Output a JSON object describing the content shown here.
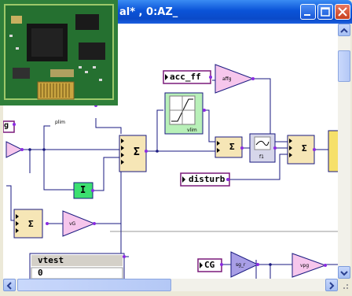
{
  "window": {
    "title": "al* , 0:AZ_"
  },
  "canvas": {
    "blocks": {
      "acc_ff": "acc_ff",
      "affg": "affg",
      "vlim": "vlim",
      "plim": "plim",
      "f1": "f1",
      "disturb": "disturb",
      "integrator_symbol": "I",
      "vg": "vG",
      "vtest_name": "vtest",
      "vtest_value": "0",
      "cg": "CG",
      "sg_r": "sg_r",
      "vpg": "vpg",
      "sum_symbol": "Σ",
      "g_partial": "g"
    }
  },
  "colors": {
    "title_bar": "#0a53d8",
    "triangle_fill": "#f6c6ec",
    "sum_fill": "#f6e6b6",
    "integrator_fill": "#3ce070",
    "wire": "#1a1a80",
    "port": "#8a2be2"
  }
}
